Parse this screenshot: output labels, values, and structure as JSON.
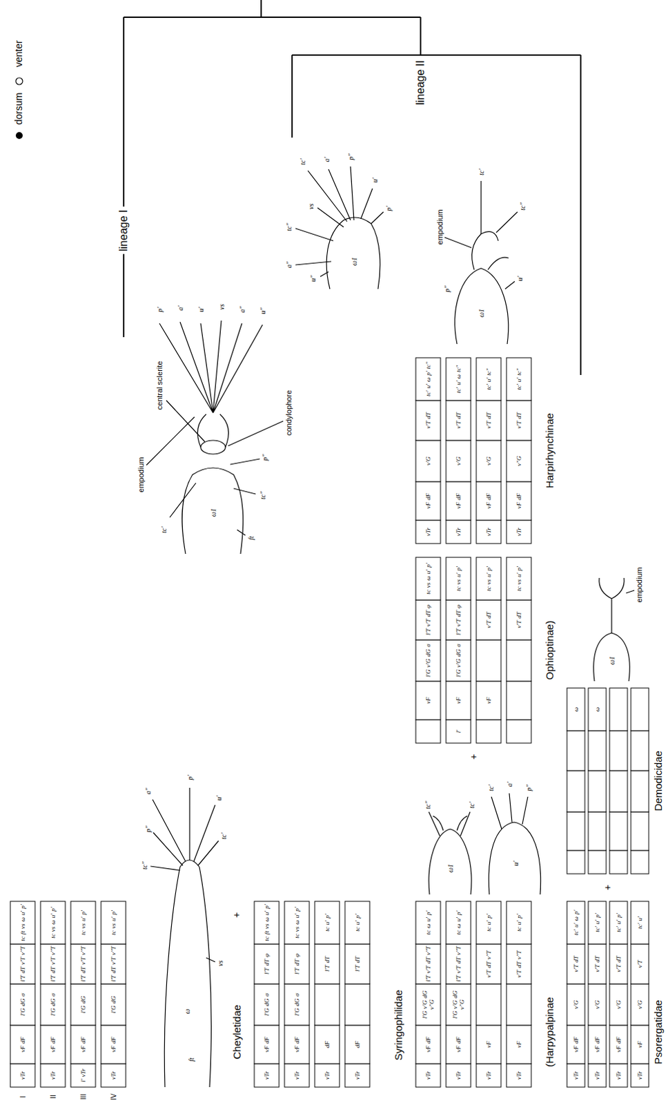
{
  "diagram": {
    "labels": [
      "lineage I",
      "lineage II",
      "central sclerite",
      "condylophore",
      "empodium",
      "p'",
      "a'",
      "u'",
      "vs",
      "a\"",
      "u\"",
      "tc'",
      "tc\"",
      "p\"",
      "ft",
      "ω1",
      "tc'",
      "a'",
      "p\"",
      "vs",
      "u'",
      "tc\"",
      "a\"",
      "u\"",
      "p'",
      "ω1",
      "p'",
      "a\"",
      "u'",
      "tc'",
      "p\"",
      "tc\"",
      "vs",
      "ω",
      "ft",
      "+",
      "vTr",
      "vF",
      "dF",
      "l'G",
      "dG",
      "σ",
      "l'T",
      "dT",
      "v'T",
      "v\"T",
      "tc",
      "ft",
      "vs",
      "ω",
      "u'",
      "p'",
      "vTr",
      "vF",
      "dF",
      "l'G",
      "dG",
      "σ",
      "l'T",
      "dT",
      "v'T",
      "v\"T",
      "tc",
      "vs",
      "ω",
      "u'",
      "p'",
      "l'",
      "vTr",
      "vF",
      "dF",
      "l'G",
      "dG",
      "l'T",
      "dT",
      "v'T",
      "v\"T",
      "tc",
      "vs",
      "u'",
      "p'",
      "vTr",
      "vF",
      "dF",
      "l'G",
      "dG",
      "l'T",
      "dT",
      "v'T",
      "v\"T",
      "tc",
      "vs",
      "u'",
      "p'",
      "I",
      "II",
      "III",
      "IV",
      "Cheyletidae",
      "vTr",
      "vF",
      "dF",
      "l'G",
      "dG",
      "σ",
      "l'T",
      "dT",
      "φ",
      "tc",
      "ft",
      "vs",
      "ω",
      "u'",
      "p'",
      "vTr",
      "vF",
      "dF",
      "l'G",
      "dG",
      "σ",
      "l'T",
      "dT",
      "φ",
      "tc",
      "vs",
      "ω",
      "u'",
      "p'",
      "vTr",
      "dF",
      "l'T",
      "dT",
      "tc",
      "u'",
      "p'",
      "vTr",
      "dF",
      "l'T",
      "dT",
      "tc",
      "u'",
      "p'",
      "Syringophilidae",
      "tc\"",
      "tc'",
      "ω1",
      "tc'",
      "a'",
      "p\"",
      "u'",
      "+",
      "vTr",
      "vF",
      "dF",
      "l'G",
      "v'G",
      "dG",
      "v\"G",
      "l'T",
      "v'T",
      "dT",
      "v\"T",
      "tc",
      "ω",
      "u'",
      "p'",
      "vTr",
      "vF",
      "dF",
      "l'G",
      "v'G",
      "dG",
      "v\"G",
      "l'T",
      "v'T",
      "dT",
      "v\"T",
      "tc",
      "ω",
      "u'",
      "p'",
      "vTr",
      "vF",
      "v'T",
      "dT",
      "v\"T",
      "tc",
      "u'",
      "p'",
      "vTr",
      "vF",
      "v'T",
      "dT",
      "v\"T",
      "tc",
      "u'",
      "p'",
      "(Harpypalpinae",
      "vF",
      "l'G",
      "v'G",
      "dG",
      "σ",
      "l'T",
      "v'T",
      "dT",
      "φ",
      "tc",
      "vs",
      "ω",
      "u'",
      "p'",
      "l'",
      "vF",
      "l'G",
      "v'G",
      "dG",
      "σ",
      "l'T",
      "v'T",
      "dT",
      "φ",
      "tc",
      "vs",
      "u'",
      "p'",
      "vF",
      "v'T",
      "dT",
      "tc",
      "vs",
      "u'",
      "p'",
      "v'T",
      "dT",
      "tc",
      "vs",
      "u'",
      "p'",
      "Ophioptinae)",
      "vTr",
      "vF",
      "dF",
      "v'G",
      "v'T",
      "dT",
      "tc'",
      "u'",
      "ω",
      "p'",
      "tc\"",
      "vTr",
      "vF",
      "dF",
      "v'G",
      "v'T",
      "dT",
      "tc'",
      "u'",
      "ω",
      "tc\"",
      "vTr",
      "vF",
      "dF",
      "v'G",
      "v'T",
      "dT",
      "tc'",
      "u'",
      "tc\"",
      "vTr",
      "vF",
      "dF",
      "v\"G",
      "v'T",
      "dT",
      "tc'",
      "u'",
      "tc\"",
      "Harpirhynchinae",
      "empodium",
      "tc'",
      "tc\"",
      "p\"",
      "u'",
      "ω1",
      "vTr",
      "vF",
      "dF",
      "v'G",
      "v'T",
      "dT",
      "tc'",
      "u'",
      "ω",
      "p'",
      "vTr",
      "vF",
      "dF",
      "v'G",
      "v'T",
      "dT",
      "tc'",
      "u'",
      "p'",
      "vTr",
      "vF",
      "dF",
      "v'G",
      "v'T",
      "dT",
      "tc'",
      "u'",
      "p'",
      "vTr",
      "vF",
      "v'G",
      "v'T",
      "tc'",
      "u'",
      "Psorergatidae",
      "+",
      "ω",
      "ω",
      "Demodicidae",
      "empodium",
      "ω1"
    ],
    "legend": [
      {
        "text": "dorsum"
      },
      {
        "text": "venter"
      }
    ]
  }
}
